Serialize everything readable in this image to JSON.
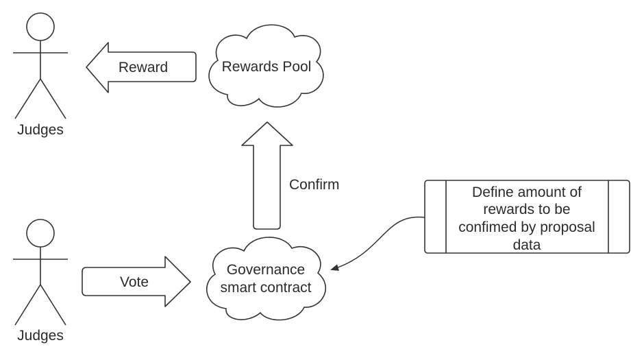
{
  "actors": [
    {
      "label": "Judges"
    },
    {
      "label": "Judges"
    }
  ],
  "clouds": {
    "rewards_pool": {
      "lines": [
        "Rewards Pool"
      ]
    },
    "governance": {
      "lines": [
        "Governance",
        "smart contract"
      ]
    }
  },
  "arrows": {
    "reward": {
      "label": "Reward"
    },
    "vote": {
      "label": "Vote"
    },
    "confirm": {
      "label": "Confirm"
    }
  },
  "process_box": {
    "lines": [
      "Define amount of",
      "rewards to be",
      "confimed by proposal",
      "data"
    ]
  },
  "colors": {
    "stroke": "#333333",
    "text": "#2b2b2b",
    "background": "#ffffff"
  }
}
